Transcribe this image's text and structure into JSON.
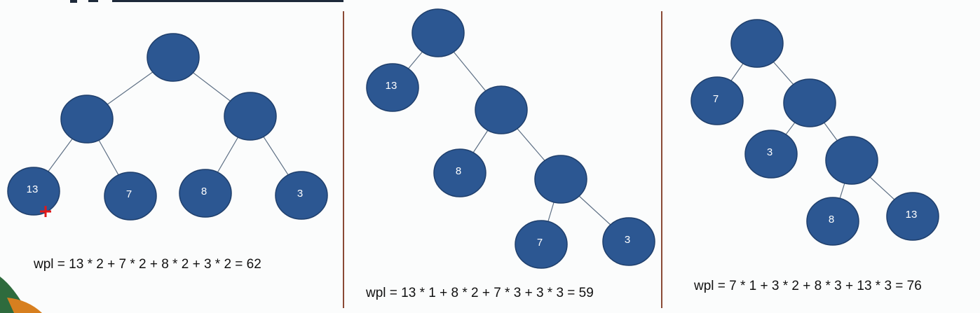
{
  "trees": [
    {
      "formula": "wpl = 13 * 2 + 7 * 2 + 8 * 2 + 3 * 2 = 62",
      "nodes": [
        {
          "id": "root",
          "label": ""
        },
        {
          "id": "l",
          "label": ""
        },
        {
          "id": "r",
          "label": ""
        },
        {
          "id": "ll",
          "label": "13"
        },
        {
          "id": "lr",
          "label": "7"
        },
        {
          "id": "rl",
          "label": "8"
        },
        {
          "id": "rr",
          "label": "3"
        }
      ],
      "edges": [
        [
          "root",
          "l"
        ],
        [
          "root",
          "r"
        ],
        [
          "l",
          "ll"
        ],
        [
          "l",
          "lr"
        ],
        [
          "r",
          "rl"
        ],
        [
          "r",
          "rr"
        ]
      ]
    },
    {
      "formula": "wpl = 13 * 1 + 8 * 2 + 7 * 3 + 3 * 3 = 59",
      "nodes": [
        {
          "id": "root",
          "label": ""
        },
        {
          "id": "l",
          "label": "13"
        },
        {
          "id": "r",
          "label": ""
        },
        {
          "id": "rl",
          "label": "8"
        },
        {
          "id": "rr",
          "label": ""
        },
        {
          "id": "rrl",
          "label": "7"
        },
        {
          "id": "rrr",
          "label": "3"
        }
      ],
      "edges": [
        [
          "root",
          "l"
        ],
        [
          "root",
          "r"
        ],
        [
          "r",
          "rl"
        ],
        [
          "r",
          "rr"
        ],
        [
          "rr",
          "rrl"
        ],
        [
          "rr",
          "rrr"
        ]
      ]
    },
    {
      "formula": "wpl = 7 * 1 + 3 * 2 + 8 * 3 + 13 * 3 = 76",
      "nodes": [
        {
          "id": "root",
          "label": ""
        },
        {
          "id": "l",
          "label": "7"
        },
        {
          "id": "r",
          "label": ""
        },
        {
          "id": "rl",
          "label": "3"
        },
        {
          "id": "rr",
          "label": ""
        },
        {
          "id": "rrl",
          "label": "8"
        },
        {
          "id": "rrr",
          "label": "13"
        }
      ],
      "edges": [
        [
          "root",
          "l"
        ],
        [
          "root",
          "r"
        ],
        [
          "r",
          "rl"
        ],
        [
          "r",
          "rr"
        ],
        [
          "rr",
          "rrl"
        ],
        [
          "rr",
          "rrr"
        ]
      ]
    }
  ],
  "colors": {
    "node_fill": "#2c5792",
    "divider": "#8a4a35",
    "cursor": "#e01818"
  }
}
